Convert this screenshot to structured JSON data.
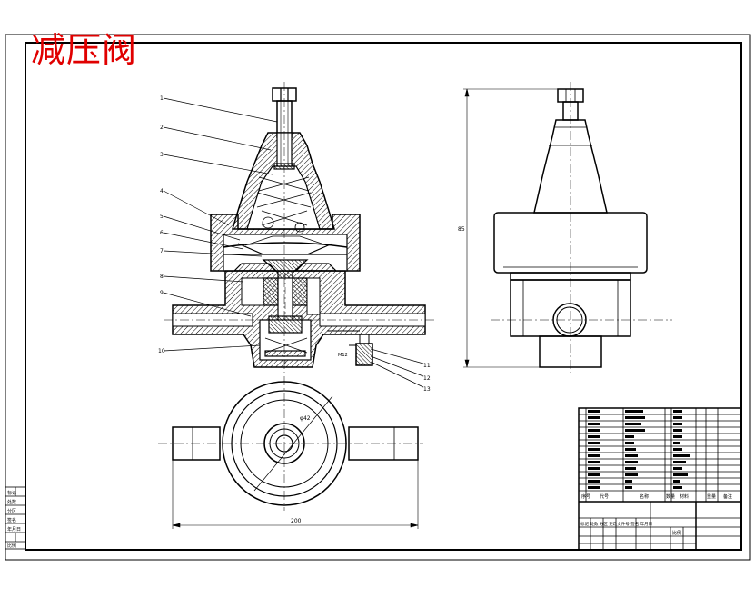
{
  "drawing": {
    "title": "减压阀",
    "title_color": "#e00000",
    "line_color": "#000000",
    "balloons": [
      "1",
      "2",
      "3",
      "4",
      "5",
      "6",
      "7",
      "8",
      "9",
      "10",
      "11",
      "12",
      "13"
    ],
    "dims": {
      "height": "85",
      "width": "200",
      "bore": "φ42",
      "port": "M12"
    }
  },
  "title_block": {
    "header_cells": [
      "序号",
      "代号",
      "名称",
      "数量",
      "材料",
      "重量",
      "备注"
    ],
    "sheet_label": "标记 处数 分区 更改文件号 签名 年月日",
    "scale_label": "比例"
  },
  "side_table": [
    "标记",
    "处数",
    "分区",
    "签名",
    "年月日",
    "比例"
  ]
}
